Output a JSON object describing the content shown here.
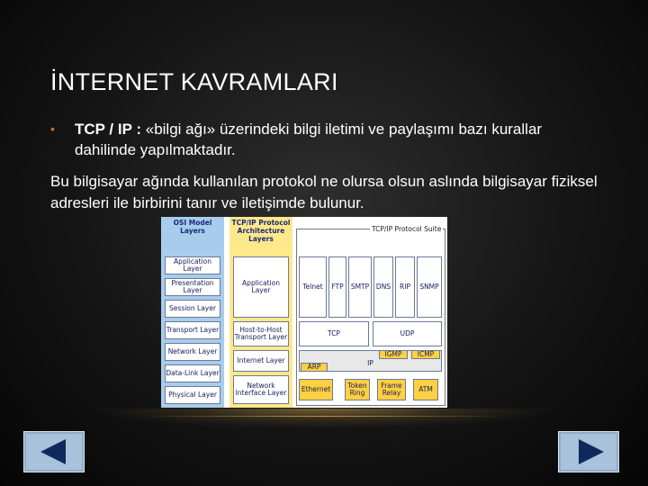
{
  "slide": {
    "title": "İNTERNET KAVRAMLARI",
    "bullet": {
      "symbol": "•",
      "lead": "TCP / IP :",
      "text": " «bilgi ağı» üzerindeki bilgi iletimi ve paylaşımı bazı kurallar dahilinde yapılmaktadır."
    },
    "paragraph": "Bu bilgisayar ağında kullanılan protokol ne olursa olsun aslında bilgisayar fiziksel adresleri ile birbirini tanır ve iletişimde bulunur."
  },
  "diagram": {
    "osi_header": "OSI Model Layers",
    "tcp_header": "TCP/IP Protocol Architecture Layers",
    "suite_label": "TCP/IP Protocol Suite",
    "osi_layers": [
      "Application Layer",
      "Presentation Layer",
      "Session Layer",
      "Transport Layer",
      "Network Layer",
      "Data-Link Layer",
      "Physical Layer"
    ],
    "tcp_layers": [
      "Application Layer",
      "Host-to-Host Transport Layer",
      "Internet Layer",
      "Network Interface Layer"
    ],
    "app_protocols": [
      "Telnet",
      "FTP",
      "SMTP",
      "DNS",
      "RIP",
      "SNMP"
    ],
    "transport_protocols": [
      "TCP",
      "UDP"
    ],
    "internet_protocols": [
      "IP",
      "IGMP",
      "ICMP",
      "ARP"
    ],
    "interface_protocols": [
      "Ethernet",
      "Token Ring",
      "Frame Relay",
      "ATM"
    ],
    "colors": {
      "osi": "#a8ccec",
      "tcp": "#ffe88a",
      "highlight": "#ffd040"
    }
  },
  "nav": {
    "prev": "previous-slide",
    "next": "next-slide"
  }
}
